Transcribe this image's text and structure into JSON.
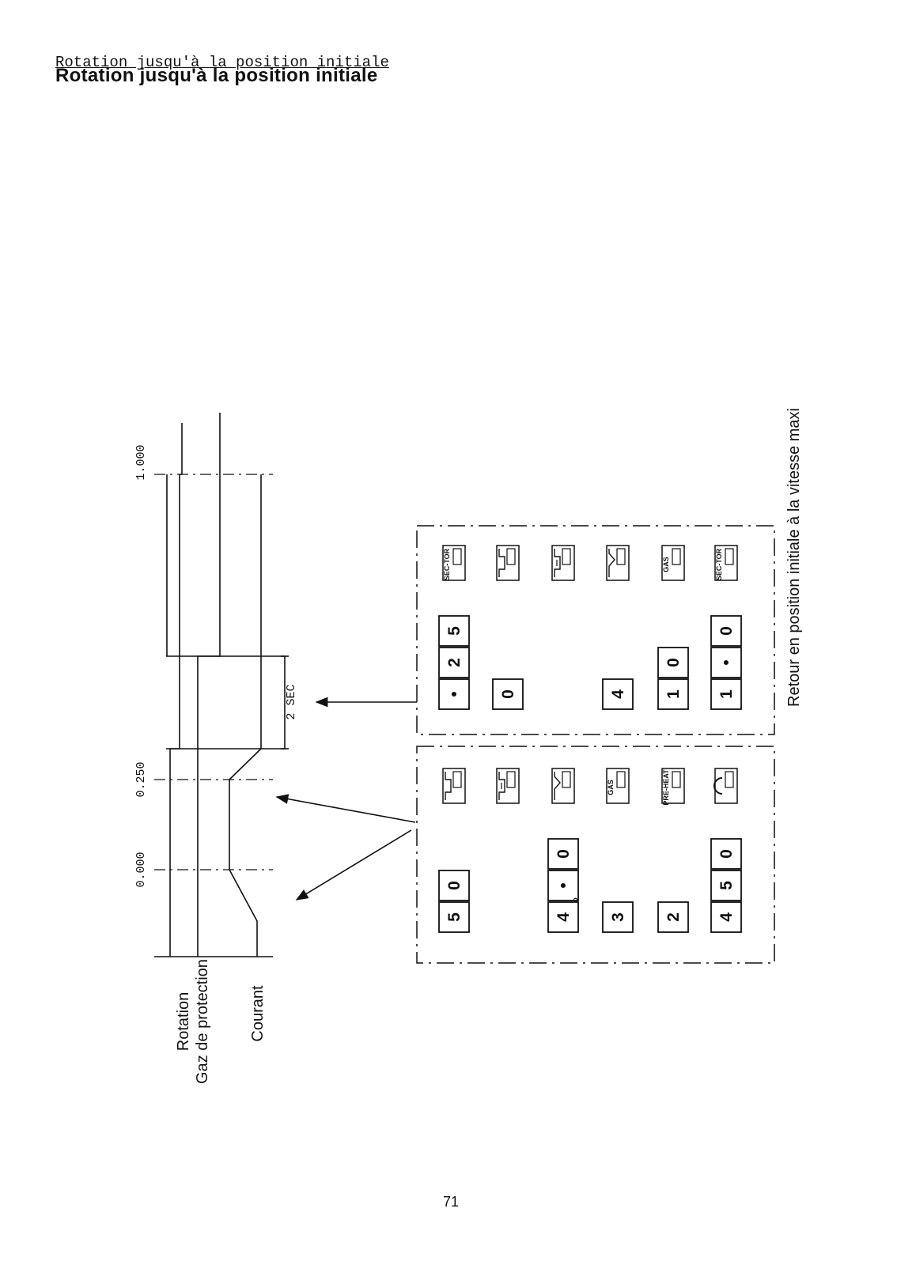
{
  "header": {
    "title_mono": "Rotation jusqu'à la position initiale",
    "title_bold": "Rotation jusqu'à la position initiale"
  },
  "diagram": {
    "time_labels": [
      "0.000",
      "0.250",
      "1.000"
    ],
    "duration_label": "2 SEC",
    "signal_labels": {
      "rotation": "Rotation",
      "gas": "Gaz de protection",
      "current": "Courant"
    },
    "side_caption": "Retour en position initiale à la vitesse maxi"
  },
  "panel_a": {
    "rows": [
      {
        "keys": [
          "5",
          "0"
        ],
        "icon": "pulse-a"
      },
      {
        "keys": [],
        "icon": "pulse-b"
      },
      {
        "keys": [
          "4",
          "•",
          "0"
        ],
        "degree": "o",
        "icon": "slope"
      },
      {
        "keys": [
          "3"
        ],
        "icon": "GAS"
      },
      {
        "keys": [
          "2"
        ],
        "icon": "PRE-HEAT"
      },
      {
        "keys": [
          "4",
          "5",
          "0"
        ],
        "icon": "rotation"
      }
    ]
  },
  "panel_b": {
    "rows": [
      {
        "keys": [
          "•",
          "2",
          "5"
        ],
        "icon": "SEC-TOR"
      },
      {
        "keys": [
          "0"
        ],
        "icon": "pulse-a"
      },
      {
        "keys": [],
        "icon": "pulse-b"
      },
      {
        "keys": [
          "4"
        ],
        "icon": "slope"
      },
      {
        "keys": [
          "1",
          "0"
        ],
        "icon": "GAS"
      },
      {
        "keys": [
          "1",
          "•",
          "0"
        ],
        "icon": "SEC-TOR"
      }
    ]
  },
  "footer": {
    "page_number": "71"
  }
}
